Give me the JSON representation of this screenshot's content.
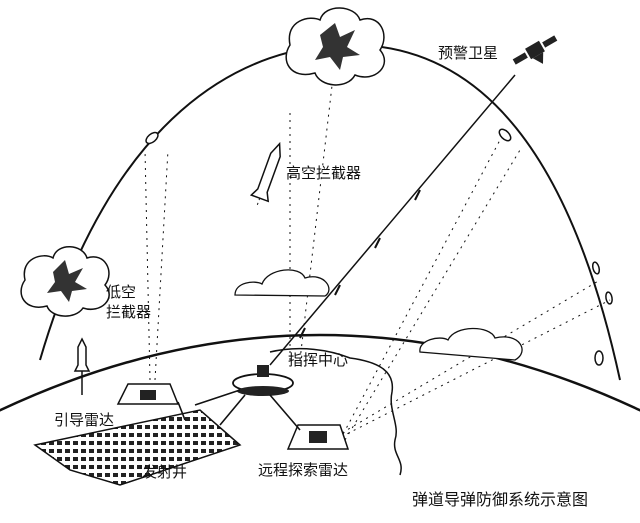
{
  "labels": {
    "early_warning_satellite": "预警卫星",
    "high_altitude_interceptor": "高空拦截器",
    "low_altitude_interceptor_line1": "低空",
    "low_altitude_interceptor_line2": "拦截器",
    "command_center": "指挥中心",
    "guidance_radar": "引导雷达",
    "launch_silo": "发射井",
    "long_range_search_radar": "远程探索雷达"
  },
  "caption": "弹道导弹防御系统示意图",
  "colors": {
    "ink": "#111111",
    "background": "#ffffff"
  }
}
